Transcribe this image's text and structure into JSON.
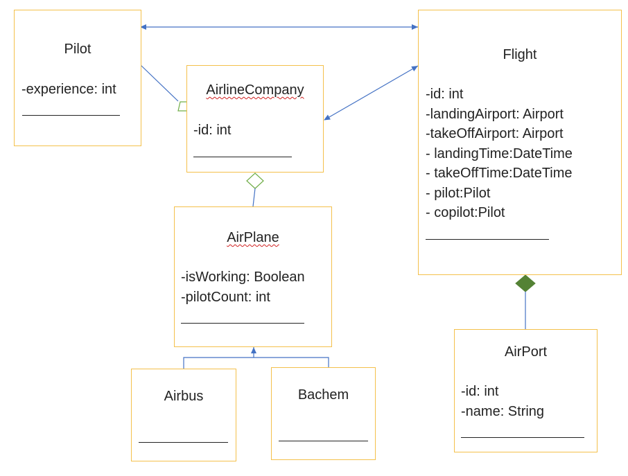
{
  "classes": {
    "pilot": {
      "name": "Pilot",
      "attributes": [
        "-experience: int"
      ]
    },
    "airline": {
      "name": "AirlineCompany",
      "attributes": [
        "-id: int"
      ]
    },
    "flight": {
      "name": "Flight",
      "attributes": [
        "-id: int",
        "-landingAirport: Airport",
        "-takeOffAirport: Airport",
        "- landingTime:DateTime",
        "- takeOffTime:DateTime",
        "- pilot:Pilot",
        "- copilot:Pilot"
      ]
    },
    "airplane": {
      "name": "AirPlane",
      "attributes": [
        "-isWorking: Boolean",
        "-pilotCount: int"
      ]
    },
    "airbus": {
      "name": "Airbus",
      "attributes": []
    },
    "bachem": {
      "name": "Bachem",
      "attributes": []
    },
    "airport": {
      "name": "AirPort",
      "attributes": [
        "-id: int",
        "-name: String"
      ]
    }
  },
  "colors": {
    "box_border": "#f4c04a",
    "connector": "#4472c4",
    "aggregation": "#70ad47",
    "composition_fill": "#548235",
    "text": "#222222"
  }
}
